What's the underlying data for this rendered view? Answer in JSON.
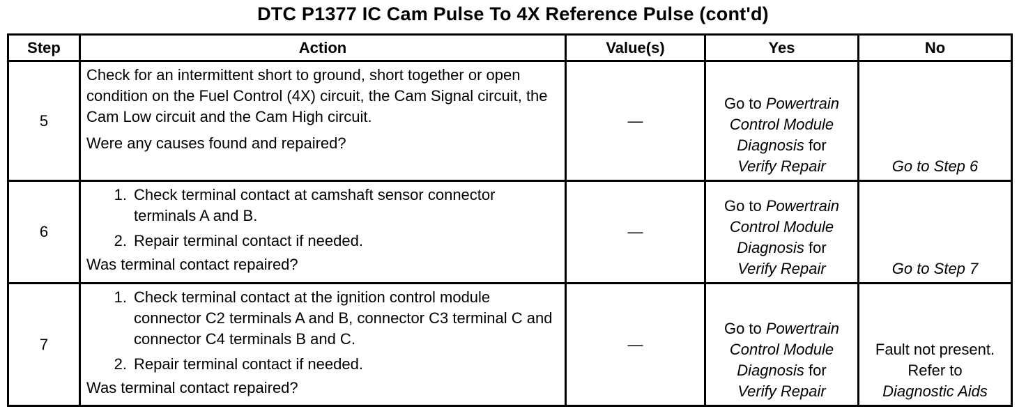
{
  "title": "DTC P1377 IC Cam Pulse To 4X Reference Pulse (cont'd)",
  "headers": {
    "step": "Step",
    "action": "Action",
    "values": "Value(s)",
    "yes": "Yes",
    "no": "No"
  },
  "rows": [
    {
      "step": "5",
      "action_text": "Check for an intermittent short to ground, short together or open condition on the Fuel Control (4X) circuit, the Cam Signal circuit, the Cam Low circuit and the Cam High circuit.",
      "question": "Were any causes found and repaired?",
      "value": "—",
      "yes_prefix": "Go to ",
      "yes_italic": "Powertrain Control Module Diagnosis",
      "yes_mid": " for ",
      "yes_italic2": "Verify Repair",
      "no_text": "Go to Step 6"
    },
    {
      "step": "6",
      "items": [
        "Check terminal contact at camshaft sensor connector terminals A and B.",
        "Repair terminal contact if needed."
      ],
      "question": "Was terminal contact repaired?",
      "value": "—",
      "yes_prefix": "Go to ",
      "yes_italic": "Powertrain Control Module Diagnosis",
      "yes_mid": " for ",
      "yes_italic2": "Verify Repair",
      "no_text": "Go to Step 7"
    },
    {
      "step": "7",
      "items": [
        "Check terminal contact at the ignition control module connector C2 terminals A and B, connector C3 terminal C and connector C4 terminals B and C.",
        "Repair terminal contact if needed."
      ],
      "question": "Was terminal contact repaired?",
      "value": "—",
      "yes_prefix": "Go to ",
      "yes_italic": "Powertrain Control Module Diagnosis",
      "yes_mid": " for ",
      "yes_italic2": "Verify Repair",
      "no_text": "Fault not present. Refer to",
      "no_italic": "Diagnostic Aids"
    }
  ]
}
